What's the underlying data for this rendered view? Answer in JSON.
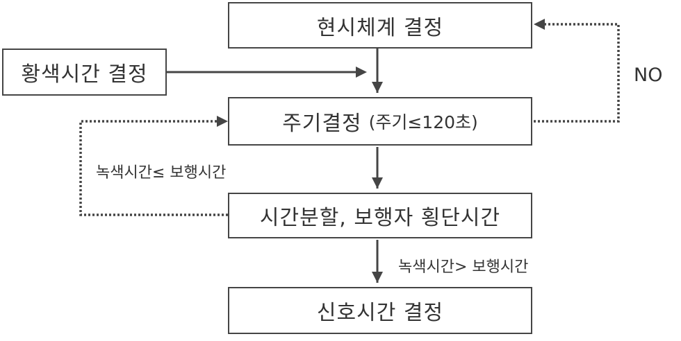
{
  "boxes": {
    "display_system": "현시체계 결정",
    "yellow_time": "황색시간 결정",
    "cycle": "주기결정",
    "cycle_condition": "(주기≤120초)",
    "split": "시간분할, 보행자 횡단시간",
    "signal_time": "신호시간 결정"
  },
  "labels": {
    "no": "NO",
    "green_le_ped": "녹색시간≤ 보행시간",
    "green_gt_ped": "녹색시간> 보행시간"
  }
}
